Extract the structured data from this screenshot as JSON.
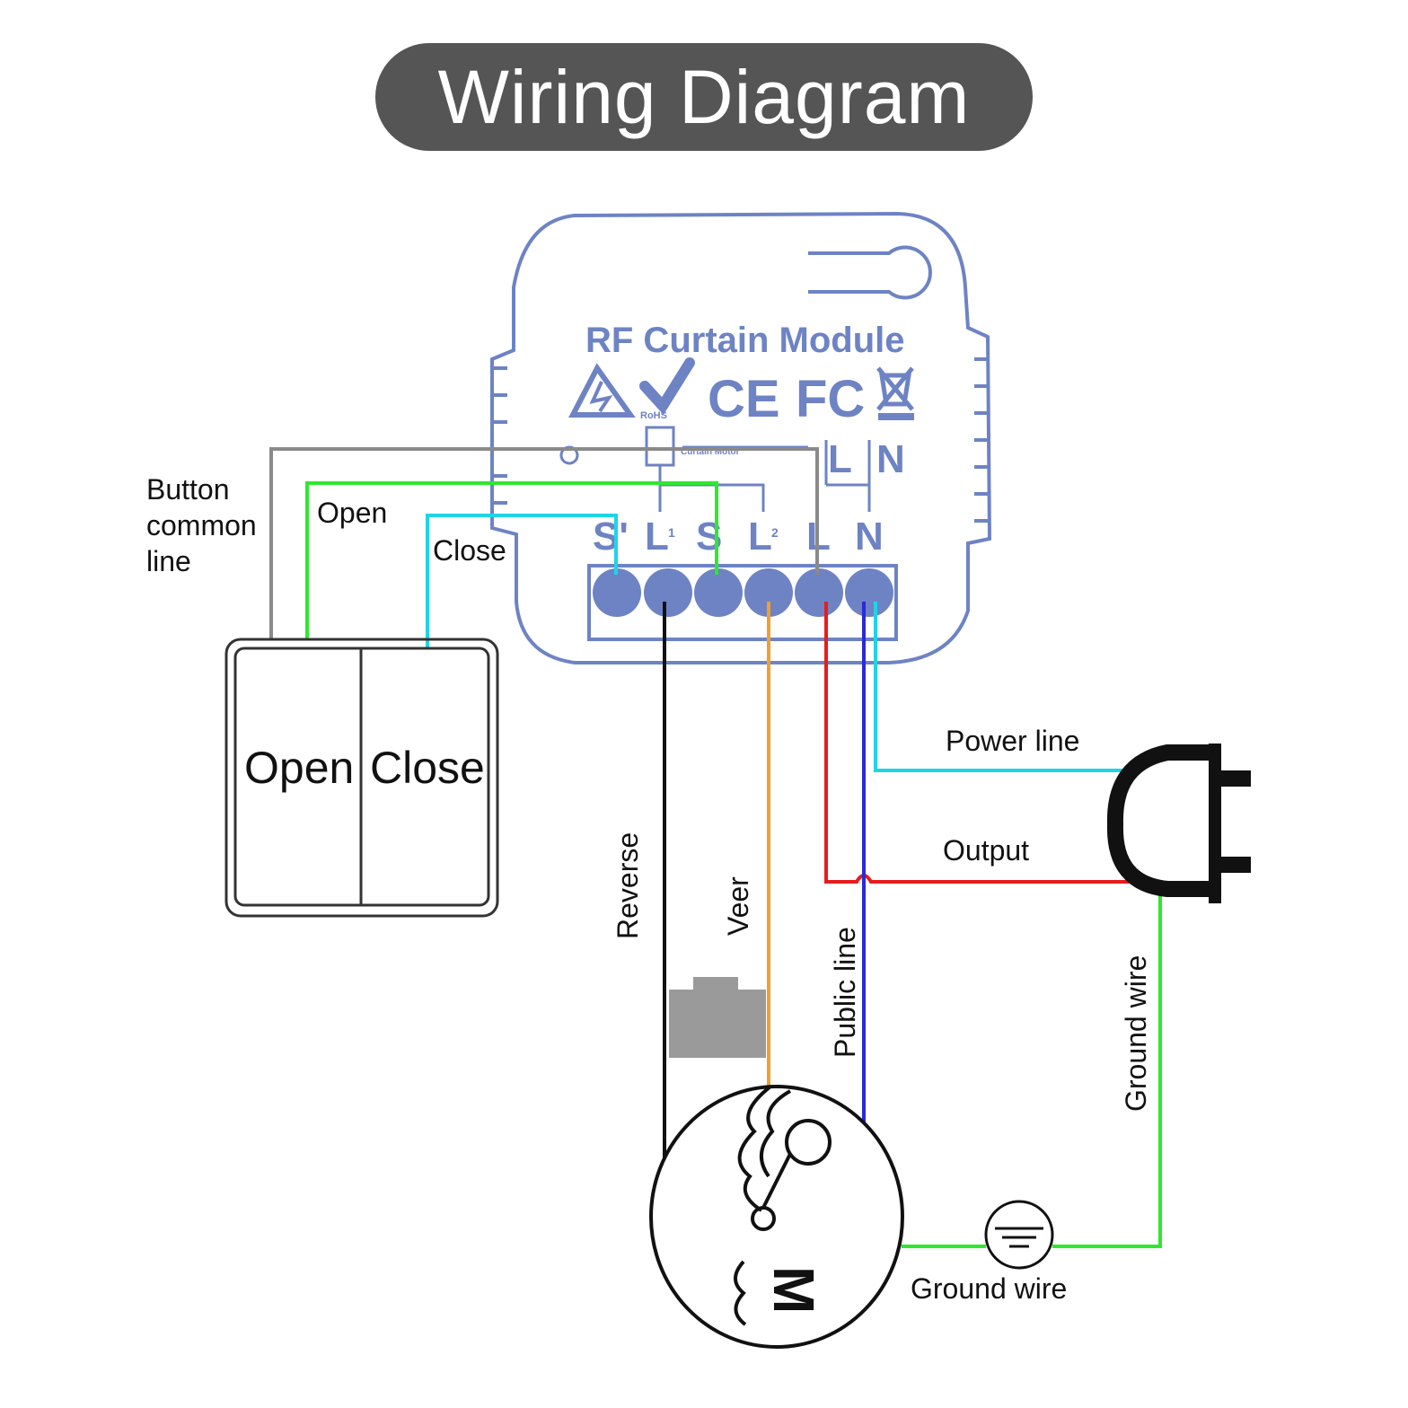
{
  "title": "Wiring Diagram",
  "module": {
    "name": "RF Curtain Module",
    "top_terminals": [
      "L",
      "N"
    ],
    "terminals": [
      "S'",
      "L",
      "S",
      "L",
      "L",
      "N"
    ],
    "terminal_subscripts": [
      "",
      "1",
      "",
      "2",
      "",
      ""
    ],
    "certifications": [
      "CE",
      "FC",
      "RoHS"
    ],
    "small_print": "Curtain Motor"
  },
  "switch": {
    "open_label": "Open",
    "close_label": "Close"
  },
  "labels": {
    "button_common_line": [
      "Button",
      "common",
      "line"
    ],
    "open": "Open",
    "close": "Close",
    "power_line": "Power line",
    "output": "Output",
    "reverse": "Reverse",
    "veer": "Veer",
    "public_line": "Public line",
    "ground_wire_vertical": "Ground wire",
    "ground_wire_bottom": "Ground wire"
  },
  "motor": {
    "symbol": "M"
  },
  "colors": {
    "title_bg": "#555555",
    "module": "#6d83c4",
    "gray_wire": "#8a8a8a",
    "green_wire": "#2ee82e",
    "cyan_wire": "#1fd4e6",
    "black_wire": "#111111",
    "orange_wire": "#f0a030",
    "red_wire": "#e81c1c",
    "blue_wire": "#2a2ad6"
  },
  "icons": [
    "warning-triangle-icon",
    "check-icon",
    "ce-mark-icon",
    "fcc-mark-icon",
    "weee-bin-icon",
    "plug-icon",
    "ground-symbol-icon",
    "capacitor-icon",
    "motor-icon"
  ]
}
